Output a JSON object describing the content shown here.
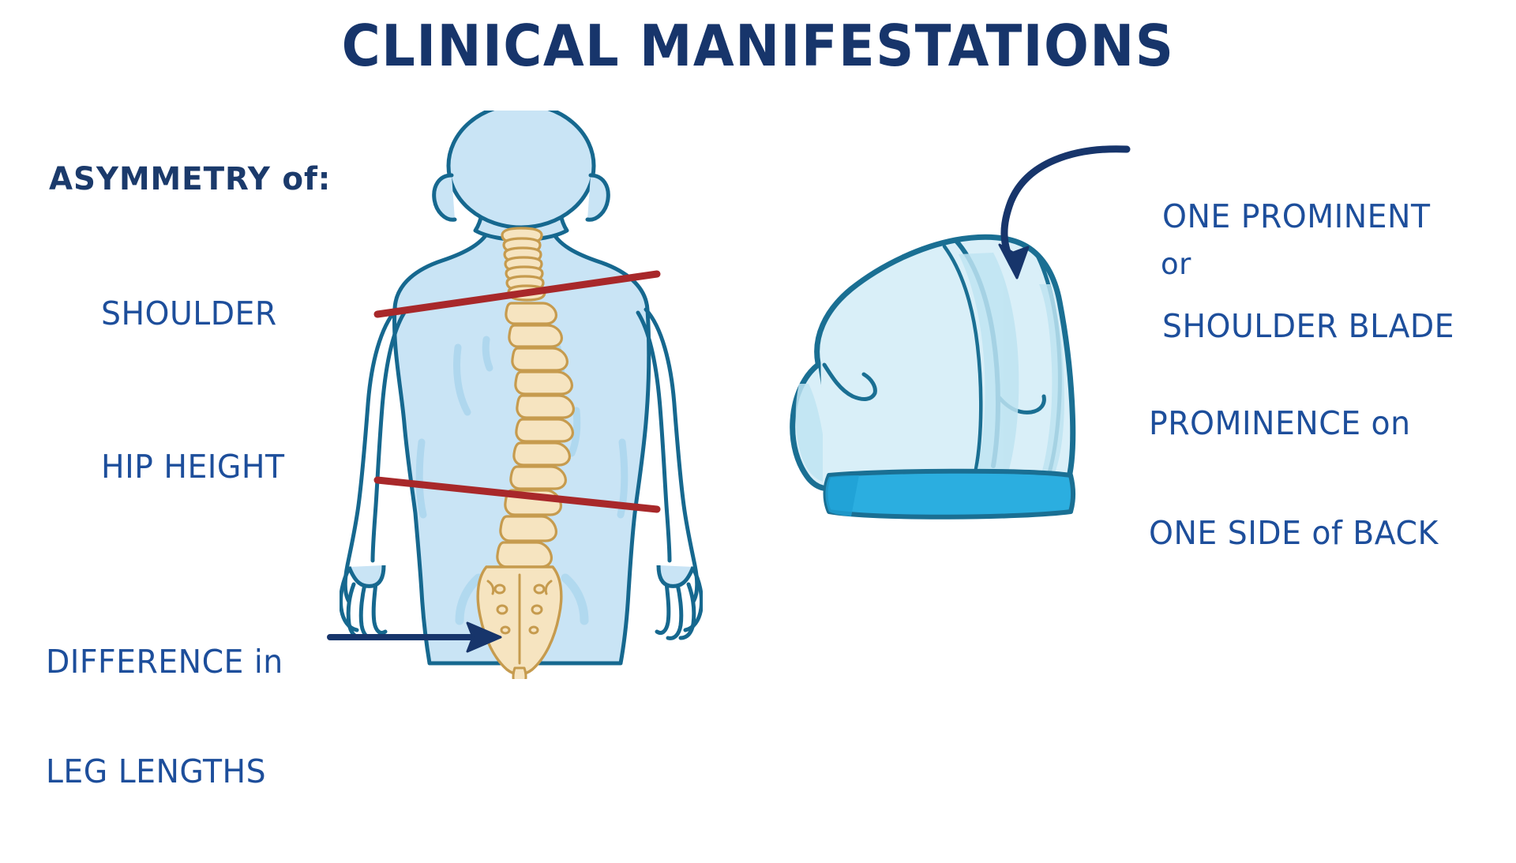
{
  "page": {
    "title": "CLINICAL MANIFESTATIONS",
    "background_color": "#FFFFFF"
  },
  "colors": {
    "title_navy": "#17356B",
    "label_blue": "#1D4E9B",
    "arrow_navy": "#17356B",
    "measure_line_red": "#A8282A",
    "skin_fill": "#C9E4F5",
    "skin_outline": "#16688F",
    "bone_fill": "#F6E4C0",
    "bone_outline": "#C69B4E",
    "back_fill": "#D9EFF8",
    "back_outline": "#1A6F93",
    "waistband": "#2BAEE0"
  },
  "left_figure": {
    "name": "posterior-body-with-scoliotic-spine",
    "heading": {
      "text": "ASYMMETRY of:",
      "color": "#1B3A6B"
    },
    "items": [
      {
        "id": "shoulder",
        "label": "SHOULDER",
        "marker": "red-tilted-line"
      },
      {
        "id": "hip-height",
        "label": "HIP HEIGHT",
        "marker": "red-tilted-line"
      },
      {
        "id": "leg-lengths",
        "label_lines": [
          "DIFFERENCE in",
          "LEG LENGTHS"
        ],
        "marker": "straight-arrow"
      }
    ],
    "measure_lines": [
      {
        "id": "shoulder-line",
        "color": "#A8282A"
      },
      {
        "id": "hip-line",
        "color": "#A8282A"
      }
    ]
  },
  "right_figure": {
    "name": "bent-forward-back-view",
    "callouts": [
      {
        "id": "prominent-shoulder-blade",
        "lines": [
          "ONE PROMINENT",
          "SHOULDER BLADE"
        ],
        "arrow": "curved-arrow-down"
      },
      {
        "id": "or-connector",
        "text": "or"
      },
      {
        "id": "back-prominence",
        "lines": [
          "PROMINENCE on",
          "ONE SIDE of BACK"
        ],
        "arrow": "none"
      }
    ]
  }
}
